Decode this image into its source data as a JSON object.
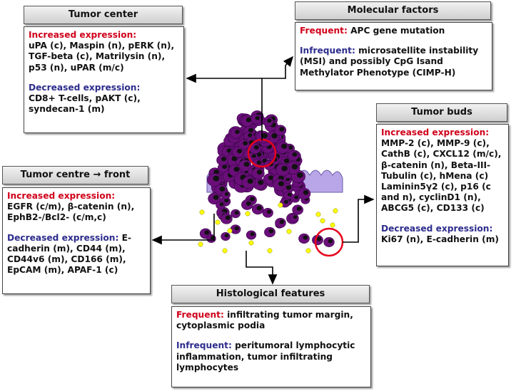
{
  "tumor_center": {
    "title": "Tumor center",
    "increased_label": "Increased expression:",
    "increased_lines": [
      "uPA (c), Maspin (n), pERK (n),",
      "TGF-beta (c), Matrilysin (n),",
      "p53 (n), uPAR (m/c)"
    ],
    "decreased_label": "Decreased expression:",
    "decreased_lines": [
      "CD8+ T-cells, pAKT (c),",
      "syndecan-1 (m)"
    ]
  },
  "molecular_factors": {
    "title": "Molecular factors",
    "frequent_label": "Frequent:",
    "frequent_text": " APC gene mutation",
    "infrequent_label": "Infrequent:",
    "infrequent_first": " microsatellite instability",
    "infrequent_lines": [
      "(MSI) and possibly CpG Isand",
      "Methylator Phenotype (CIMP-H)"
    ]
  },
  "tumor_buds": {
    "title": "Tumor buds",
    "increased_label": "Increased expression:",
    "increased_lines": [
      "MMP-2 (c), MMP-9 (c),",
      "CathB (c), CXCL12 (m/c),",
      "β-catenin (n), Beta-III-",
      "Tubulin (c), hMena (c)",
      "Laminin5γ2 (c), p16 (c",
      "and n), cyclinD1 (n),",
      "ABCG5  (c), CD133 (c)"
    ],
    "decreased_label": "Decreased expression:",
    "decreased_lines": [
      "Ki67 (n), E-cadherin (m)"
    ]
  },
  "tumor_front": {
    "title": "Tumor centre → front",
    "increased_label": "Increased expression:",
    "increased_lines": [
      "EGFR (c/m), β-catenin (n),",
      "EphB2-/Bcl2- (c/m,c)"
    ],
    "decreased_label": "Decreased expression:",
    "decreased_first": " E-",
    "decreased_lines": [
      "cadherin (m), CD44 (m),",
      "CD44v6 (m), CD166 (m),",
      "EpCAM (m), APAF-1 (c)"
    ]
  },
  "histological_features": {
    "title": "Histological features",
    "frequent_label": "Frequent:",
    "frequent_first": " infiltrating tumor margin,",
    "frequent_lines": [
      "cytoplasmic podia"
    ],
    "infrequent_label": "Infrequent:",
    "infrequent_first": " peritumoral lymphocytic",
    "infrequent_lines": [
      "inflammation, tumor infiltrating",
      "lymphocytes"
    ]
  },
  "colors": {
    "increased": "#d0001a",
    "decreased": "#2c2c8c",
    "tumor_cell": "#6a0f7a",
    "tumor_nucleus": "#111111",
    "lymphocyte": "#ffff00",
    "epithelium": "#b9a6e8",
    "highlight_circle": "#e8001c"
  }
}
